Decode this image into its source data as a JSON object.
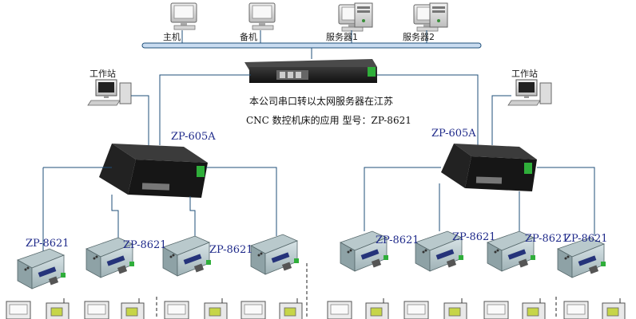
{
  "labels": {
    "host": "主机",
    "backup": "备机",
    "server1": "服务器1",
    "server2": "服务器2",
    "workstation_left": "工作站",
    "workstation_right": "工作站",
    "switch_left": "ZP-605A",
    "switch_right": "ZP-605A",
    "devices": [
      "ZP-8621",
      "ZP-8621",
      "ZP-8621",
      "ZP-8621",
      "ZP-8621",
      "ZP-8621",
      "ZP-8621"
    ]
  },
  "caption": {
    "line1": "本公司串口转以太网服务器在江苏",
    "line2": "CNC 数控机床的应用  型号：ZP-8621"
  },
  "colors": {
    "bus": "#c9dcf0",
    "line": "#1f4f7a",
    "label": "#1f2a8a"
  }
}
